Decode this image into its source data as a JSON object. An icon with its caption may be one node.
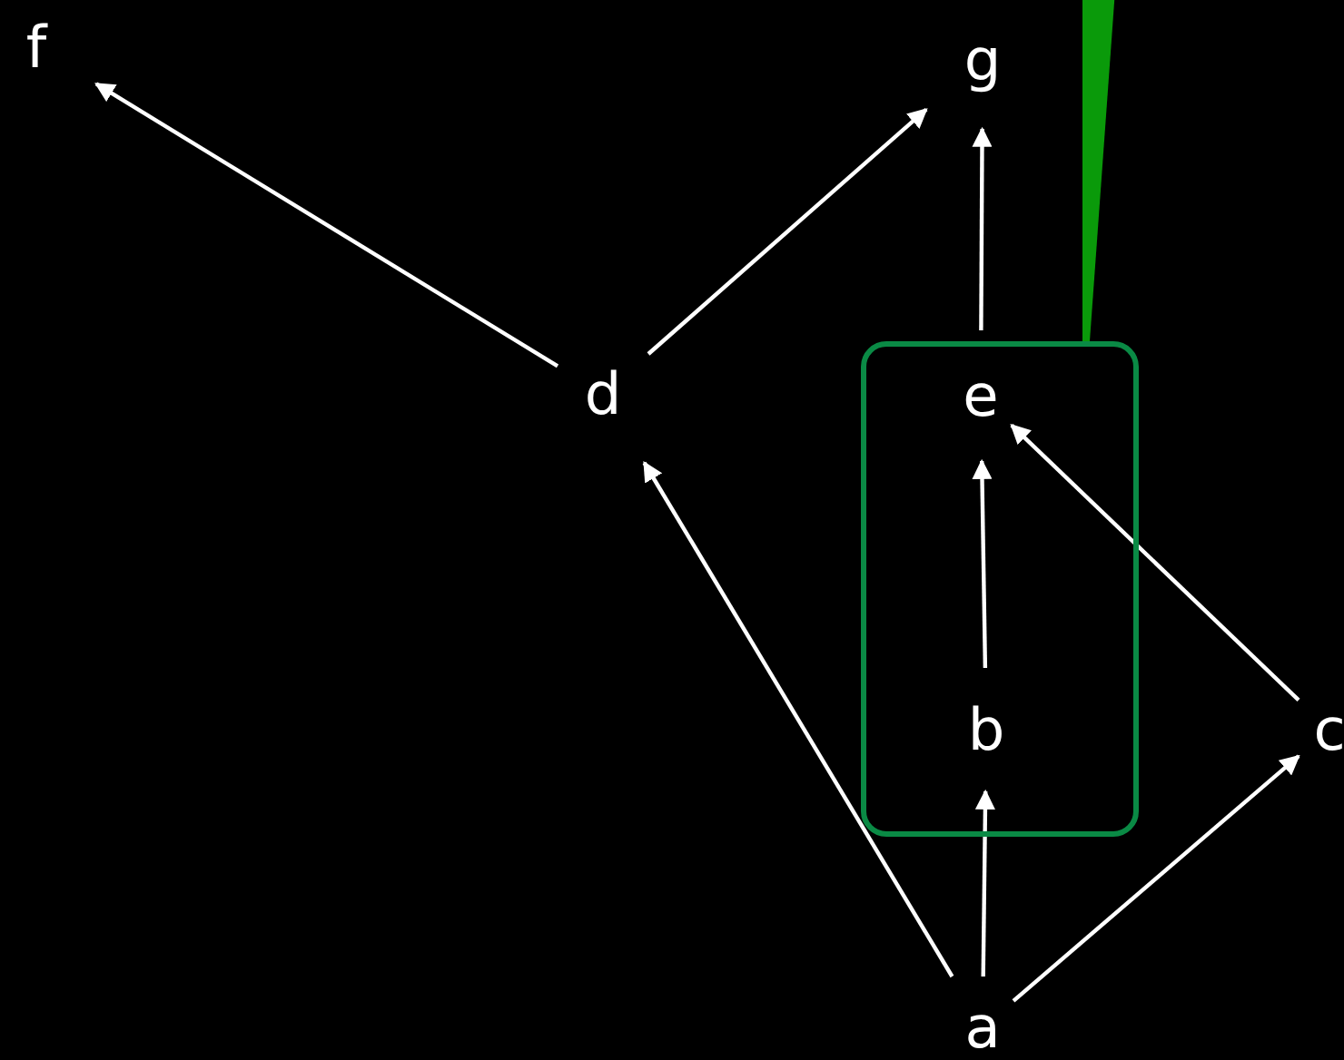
{
  "diagram": {
    "nodes": [
      {
        "text": [
          "f"
        ]
      },
      {
        "text": [
          "g"
        ]
      },
      {
        "text": [
          "d"
        ]
      },
      {
        "text": [],
        "shape": "box"
      },
      {
        "text": [
          "e"
        ],
        "in": 3
      },
      {
        "text": [
          "b"
        ],
        "in": 3
      },
      {
        "text": [
          "c"
        ]
      },
      {
        "text": [
          "a"
        ]
      }
    ],
    "edges": [
      {
        "from": 2,
        "to": 0,
        "arrow": "to"
      },
      {
        "from": 2,
        "to": 1,
        "arrow": "to"
      },
      {
        "from": 4,
        "to": 1,
        "arrow": "to"
      },
      {
        "from": 5,
        "to": 4,
        "arrow": "to"
      },
      {
        "from": 7,
        "to": 5,
        "arrow": "to"
      },
      {
        "from": 7,
        "to": 2,
        "arrow": "to"
      },
      {
        "from": 6,
        "to": 4,
        "arrow": "to"
      },
      {
        "from": 7,
        "to": 6,
        "arrow": "to"
      },
      {
        "from": null,
        "to": 3,
        "arrow": "none",
        "style": "thick",
        "color": "#0a9a0a"
      }
    ]
  }
}
